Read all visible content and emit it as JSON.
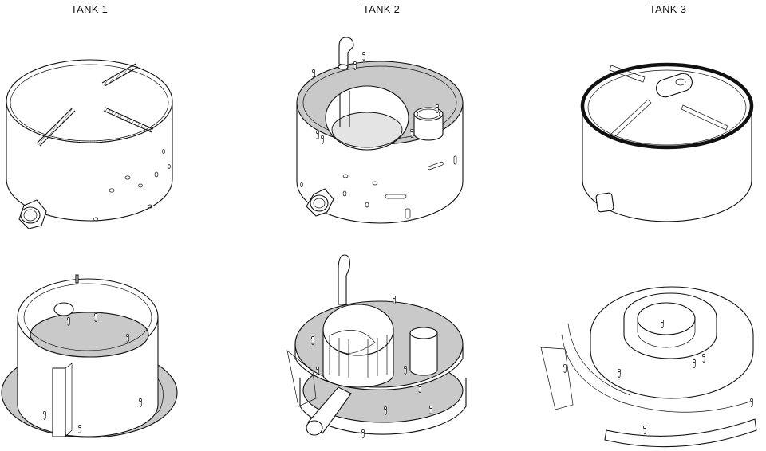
{
  "titles": {
    "tank1": "TANK 1",
    "tank2": "TANK 2",
    "tank3": "TANK 3"
  }
}
